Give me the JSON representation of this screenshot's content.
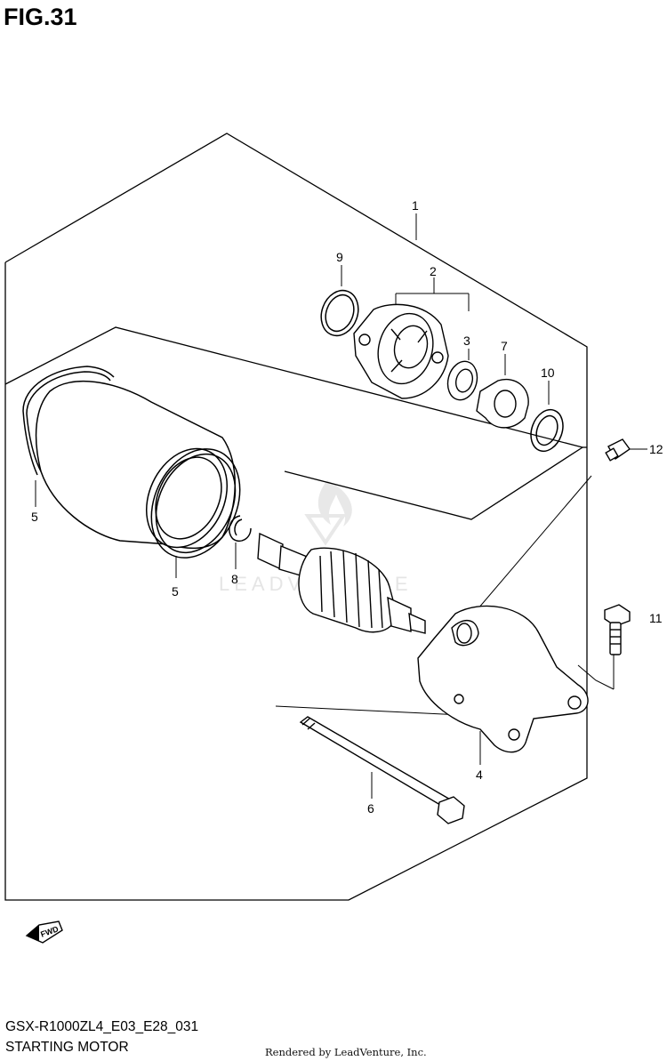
{
  "figure": {
    "title": "FIG.31",
    "model_code": "GSX-R1000ZL4_E03_E28_031",
    "section_name": "STARTING MOTOR",
    "rendered_by": "Rendered by LeadVenture, Inc.",
    "watermark": "LEADVENTURE",
    "fwd_label": "FWD"
  },
  "callouts": [
    {
      "num": "1"
    },
    {
      "num": "2"
    },
    {
      "num": "3"
    },
    {
      "num": "4"
    },
    {
      "num": "5"
    },
    {
      "num": "5"
    },
    {
      "num": "6"
    },
    {
      "num": "7"
    },
    {
      "num": "8"
    },
    {
      "num": "9"
    },
    {
      "num": "10"
    },
    {
      "num": "11"
    },
    {
      "num": "12"
    }
  ]
}
